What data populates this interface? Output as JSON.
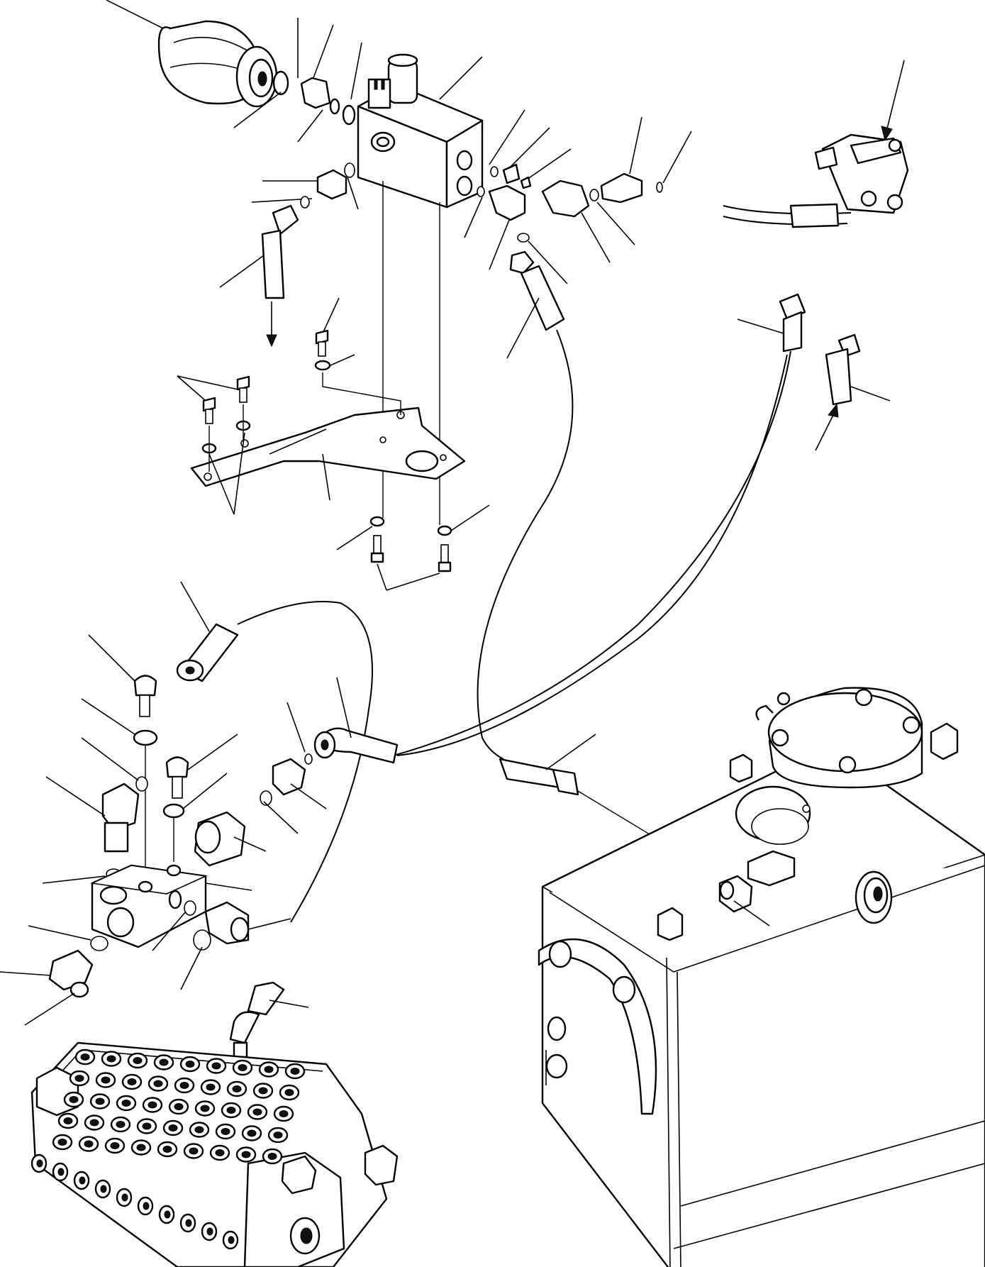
{
  "figure": {
    "labels": []
  },
  "colors": {
    "ink": "#000000",
    "paper": "#ffffff"
  },
  "groups": [
    {
      "name": "solenoid-valve-assembly"
    },
    {
      "name": "accumulator"
    },
    {
      "name": "mounting-bracket"
    },
    {
      "name": "pilot-valve"
    },
    {
      "name": "junction-block"
    },
    {
      "name": "main-control-valve"
    },
    {
      "name": "hydraulic-tank"
    },
    {
      "name": "hoses"
    }
  ]
}
